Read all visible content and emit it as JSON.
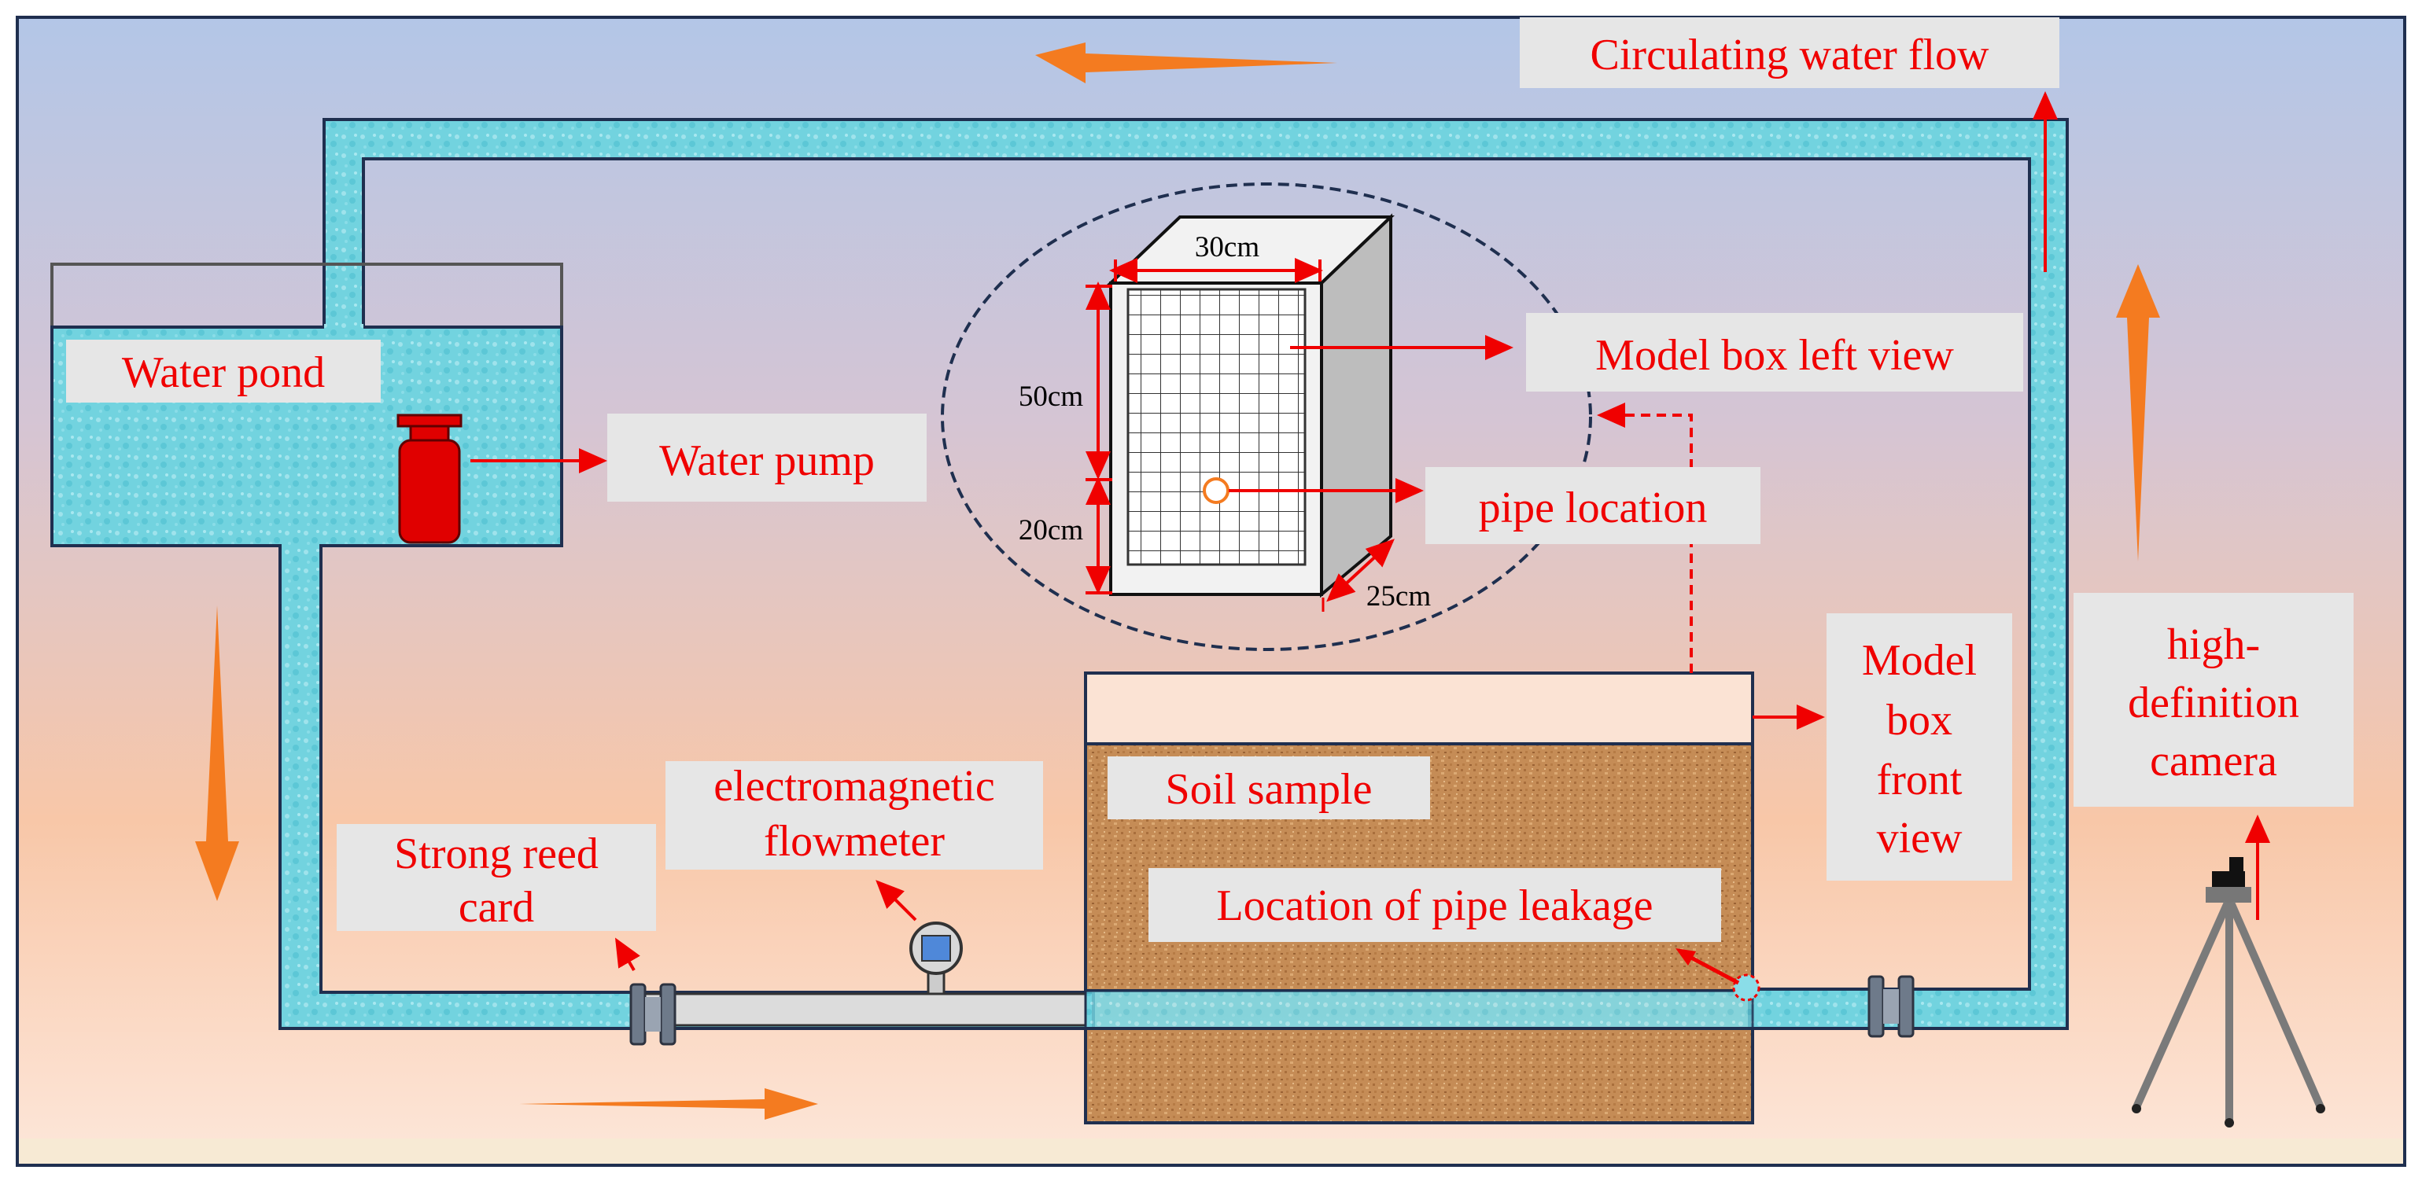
{
  "labels": {
    "circulating_water_flow": "Circulating water flow",
    "water_pond": "Water pond",
    "water_pump": "Water pump",
    "model_box_left_view": "Model box left view",
    "pipe_location": "pipe location",
    "model_box_front_view": [
      "Model",
      "box",
      "front",
      "view"
    ],
    "high_definition_camera": [
      "high-",
      "definition",
      "camera"
    ],
    "soil_sample": "Soil sample",
    "location_of_pipe_leakage": "Location of pipe leakage",
    "electromagnetic_flowmeter": [
      "electromagnetic",
      "flowmeter"
    ],
    "strong_reed_card": [
      "Strong reed",
      "card"
    ]
  },
  "dimensions": {
    "width": "30cm",
    "height_upper": "50cm",
    "height_lower": "20cm",
    "depth": "25cm"
  },
  "colors": {
    "label_text": "#f00000",
    "label_box": "#e6e6e6",
    "water": "#6fd2de",
    "soil": "#c48a55",
    "arrow_orange": "#f47b20",
    "frame": "#1f2f4f",
    "background_top": "#b4c6e7",
    "background_bottom": "#fde9dc"
  }
}
